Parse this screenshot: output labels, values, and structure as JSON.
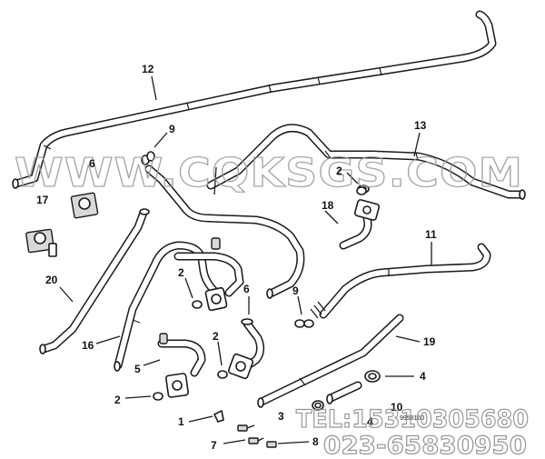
{
  "watermark": {
    "site": "WWW.CQKSGS.COM"
  },
  "contact": {
    "tel": "TEL:15310305680",
    "phone": "023-65830950"
  },
  "stamp": {
    "code": "9958100"
  },
  "callouts": [
    {
      "id": "c12",
      "text": "12"
    },
    {
      "id": "c9a",
      "text": "9"
    },
    {
      "id": "c6a",
      "text": "6"
    },
    {
      "id": "c13",
      "text": "13"
    },
    {
      "id": "c2a",
      "text": "2"
    },
    {
      "id": "c17",
      "text": "17"
    },
    {
      "id": "c18",
      "text": "18"
    },
    {
      "id": "c11",
      "text": "11"
    },
    {
      "id": "c20",
      "text": "20"
    },
    {
      "id": "c2b",
      "text": "2"
    },
    {
      "id": "c6b",
      "text": "6"
    },
    {
      "id": "c9b",
      "text": "9"
    },
    {
      "id": "c16",
      "text": "16"
    },
    {
      "id": "c2c",
      "text": "2"
    },
    {
      "id": "c5",
      "text": "5"
    },
    {
      "id": "c19",
      "text": "19"
    },
    {
      "id": "c4a",
      "text": "4"
    },
    {
      "id": "c2d",
      "text": "2"
    },
    {
      "id": "c10",
      "text": "10"
    },
    {
      "id": "c4b",
      "text": "4"
    },
    {
      "id": "c1",
      "text": "1"
    },
    {
      "id": "c3",
      "text": "3"
    },
    {
      "id": "c7",
      "text": "7"
    },
    {
      "id": "c8",
      "text": "8"
    }
  ]
}
